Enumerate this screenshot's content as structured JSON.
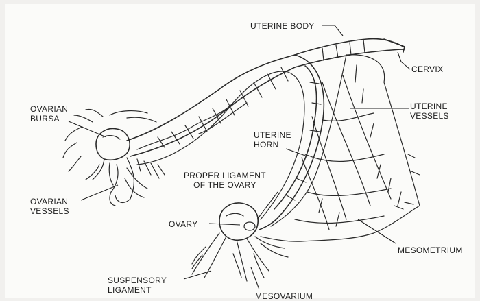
{
  "labels": {
    "uterine_body": "UTERINE BODY",
    "cervix": "CERVIX",
    "ovarian_bursa": [
      "OVARIAN",
      "BURSA"
    ],
    "uterine_vessels": [
      "UTERINE",
      "VESSELS"
    ],
    "uterine_horn": [
      "UTERINE",
      "HORN"
    ],
    "proper_ligament": [
      "PROPER LIGAMENT",
      "OF THE OVARY"
    ],
    "ovarian_vessels": [
      "OVARIAN",
      "VESSELS"
    ],
    "ovary": "OVARY",
    "mesometrium": "MESOMETRIUM",
    "suspensory_ligament": [
      "SUSPENSORY",
      "LIGAMENT"
    ],
    "mesovarium": "MESOVARIUM"
  },
  "colors": {
    "ink": "#1e1e1e",
    "paper": "#fbfbf9",
    "background": "#f1f0ee"
  }
}
